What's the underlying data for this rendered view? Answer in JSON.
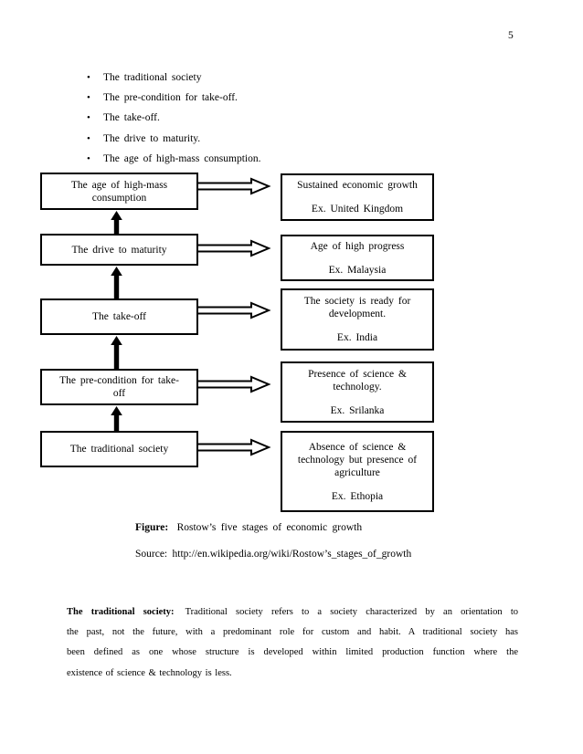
{
  "page": {
    "number": "5"
  },
  "bullet_glyph": "•",
  "bullets": [
    "The traditional society",
    "The pre-condition for take-off.",
    "The take-off.",
    "The drive to maturity.",
    "The age of high-mass consumption."
  ],
  "diagram": {
    "stages": [
      {
        "left_lines": [
          "The age of high-mass",
          "consumption"
        ],
        "right_lines": [
          "Sustained economic growth"
        ],
        "example": "Ex. United Kingdom"
      },
      {
        "left_lines": [
          "The drive to maturity"
        ],
        "right_lines": [
          "Age of high progress"
        ],
        "example": "Ex. Malaysia"
      },
      {
        "left_lines": [
          "The take-off"
        ],
        "right_lines": [
          "The society is ready for",
          "development."
        ],
        "example": "Ex. India"
      },
      {
        "left_lines": [
          "The pre-condition for take-",
          "off"
        ],
        "right_lines": [
          "Presence of science &",
          "technology."
        ],
        "example": "Ex. Srilanka"
      },
      {
        "left_lines": [
          "The traditional society"
        ],
        "right_lines": [
          "Absence of science &",
          "technology but presence of",
          "agriculture"
        ],
        "example": "Ex. Ethopia"
      }
    ]
  },
  "caption": {
    "figure_label": "Figure:",
    "figure_text": "Rostow’s five stages of economic growth",
    "source": "Source: http://en.wikipedia.org/wiki/Rostow’s_stages_of_growth"
  },
  "paragraph": {
    "lead": "The traditional society:",
    "lines": [
      "Traditional society refers to a society characterized by an orientation to",
      "the past, not the future, with a predominant role for custom and habit. A traditional society has",
      "been defined as one whose structure is developed within limited production function where the",
      "existence of science & technology is less."
    ]
  }
}
